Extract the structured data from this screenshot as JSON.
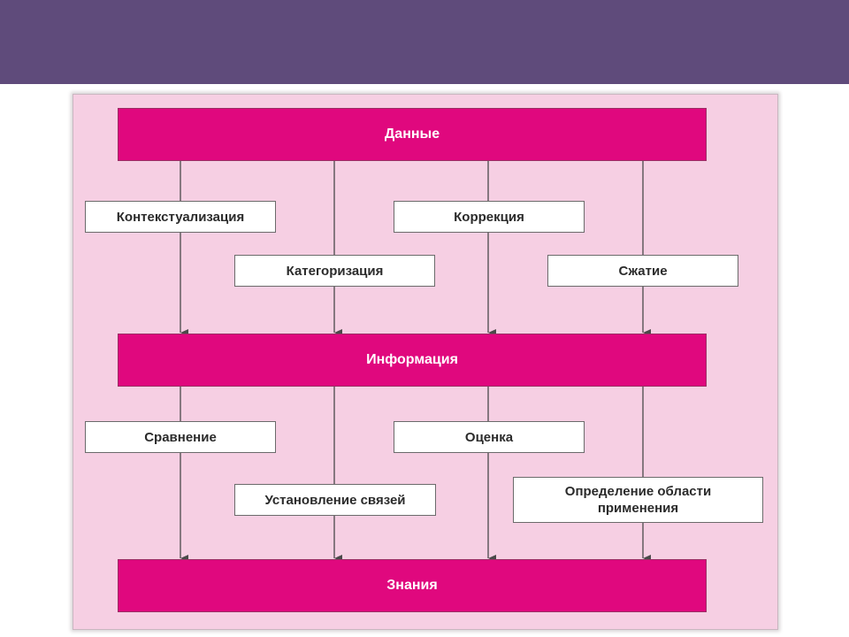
{
  "colors": {
    "header_bar": "#5f4b7b",
    "frame_background": "#f6cfe3",
    "stage_fill": "#e0087e",
    "box_fill": "#ffffff",
    "connector": "#4a4a4a"
  },
  "stages": {
    "data": "Данные",
    "information": "Информация",
    "knowledge": "Знания"
  },
  "data_to_information": {
    "contextualization": "Контекстуализация",
    "categorization": "Категоризация",
    "correction": "Коррекция",
    "compression": "Сжатие"
  },
  "information_to_knowledge": {
    "comparison": "Сравнение",
    "establishing_links": "Установление связей",
    "evaluation": "Оценка",
    "scope_definition_line1": "Определение области",
    "scope_definition_line2": "применения"
  }
}
